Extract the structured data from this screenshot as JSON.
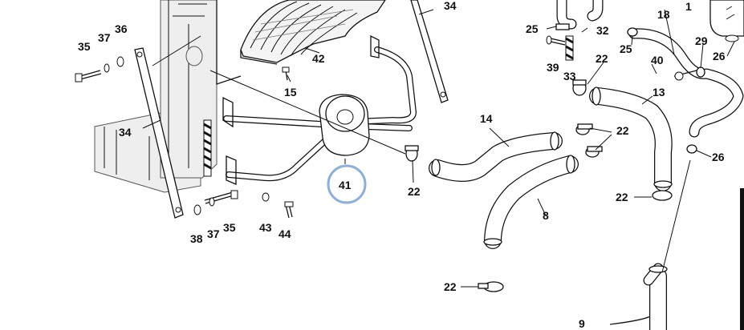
{
  "highlight_color": "#8fb0d6",
  "labels": {
    "p1": "1",
    "p8": "8",
    "p9": "9",
    "p13": "13",
    "p14": "14",
    "p15": "15",
    "p18": "18",
    "p22a": "22",
    "p22b": "22",
    "p22c": "22",
    "p22d": "22",
    "p22e": "22",
    "p25a": "25",
    "p25b": "25",
    "p26a": "26",
    "p26b": "26",
    "p29": "29",
    "p32": "32",
    "p33": "33",
    "p34a": "34",
    "p34b": "34",
    "p35a": "35",
    "p35b": "35",
    "p36": "36",
    "p37a": "37",
    "p37b": "37",
    "p38": "38",
    "p39": "39",
    "p40": "40",
    "p41": "41",
    "p42": "42",
    "p43": "43",
    "p44": "44"
  }
}
